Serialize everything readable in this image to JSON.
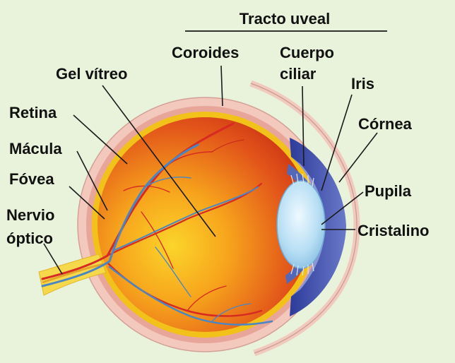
{
  "header": {
    "group_title": "Tracto uveal"
  },
  "labels": {
    "coroides": "Coroides",
    "cuerpo_ciliar_line1": "Cuerpo",
    "cuerpo_ciliar_line2": "ciliar",
    "gel_vitreo": "Gel vítreo",
    "iris": "Iris",
    "retina": "Retina",
    "cornea": "Córnea",
    "macula": "Mácula",
    "fovea": "Fóvea",
    "pupila": "Pupila",
    "nervio_optico_line1": "Nervio",
    "nervio_optico_line2": "óptico",
    "cristalino": "Cristalino"
  },
  "colors": {
    "background": "#e9f3dc",
    "outer_layer": "#f3c8bd",
    "retina": "#f2c21b",
    "vitreous_center": "#f9c020",
    "vitreous_edge": "#d43a12",
    "anterior_chamber": "#3a4aa8",
    "lens": "#bfe3f6",
    "artery": "#d62a22",
    "vein": "#4a86c4"
  }
}
